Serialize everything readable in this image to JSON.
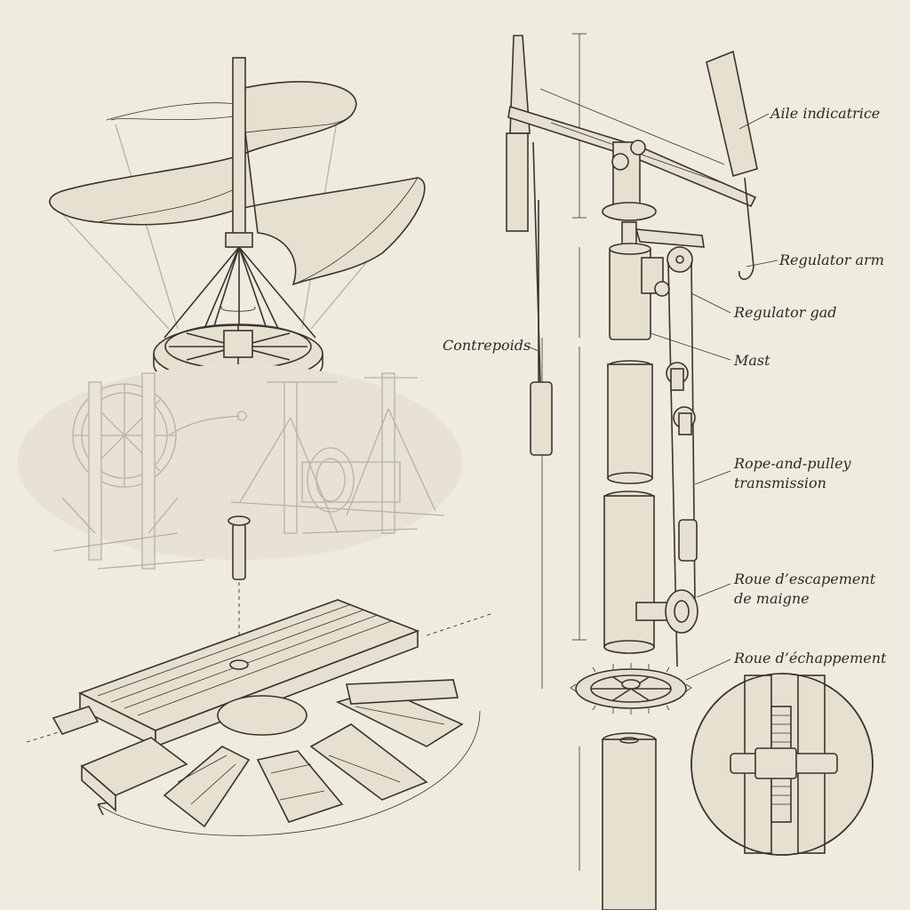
{
  "labels": {
    "aile_indicatrice": "Aile indicatrice",
    "regulator_arm": "Regulator arm",
    "regulator_gad": "Regulator gad",
    "contrepoids": "Contrepoids",
    "mast": "Mast",
    "rope_pulley_1": "Rope-and-pulley",
    "rope_pulley_2": "transmission",
    "roue_escapement_1": "Roue d’escapement",
    "roue_escapement_2": "de maigne",
    "roue_echappement": "Roue d’échappement"
  }
}
